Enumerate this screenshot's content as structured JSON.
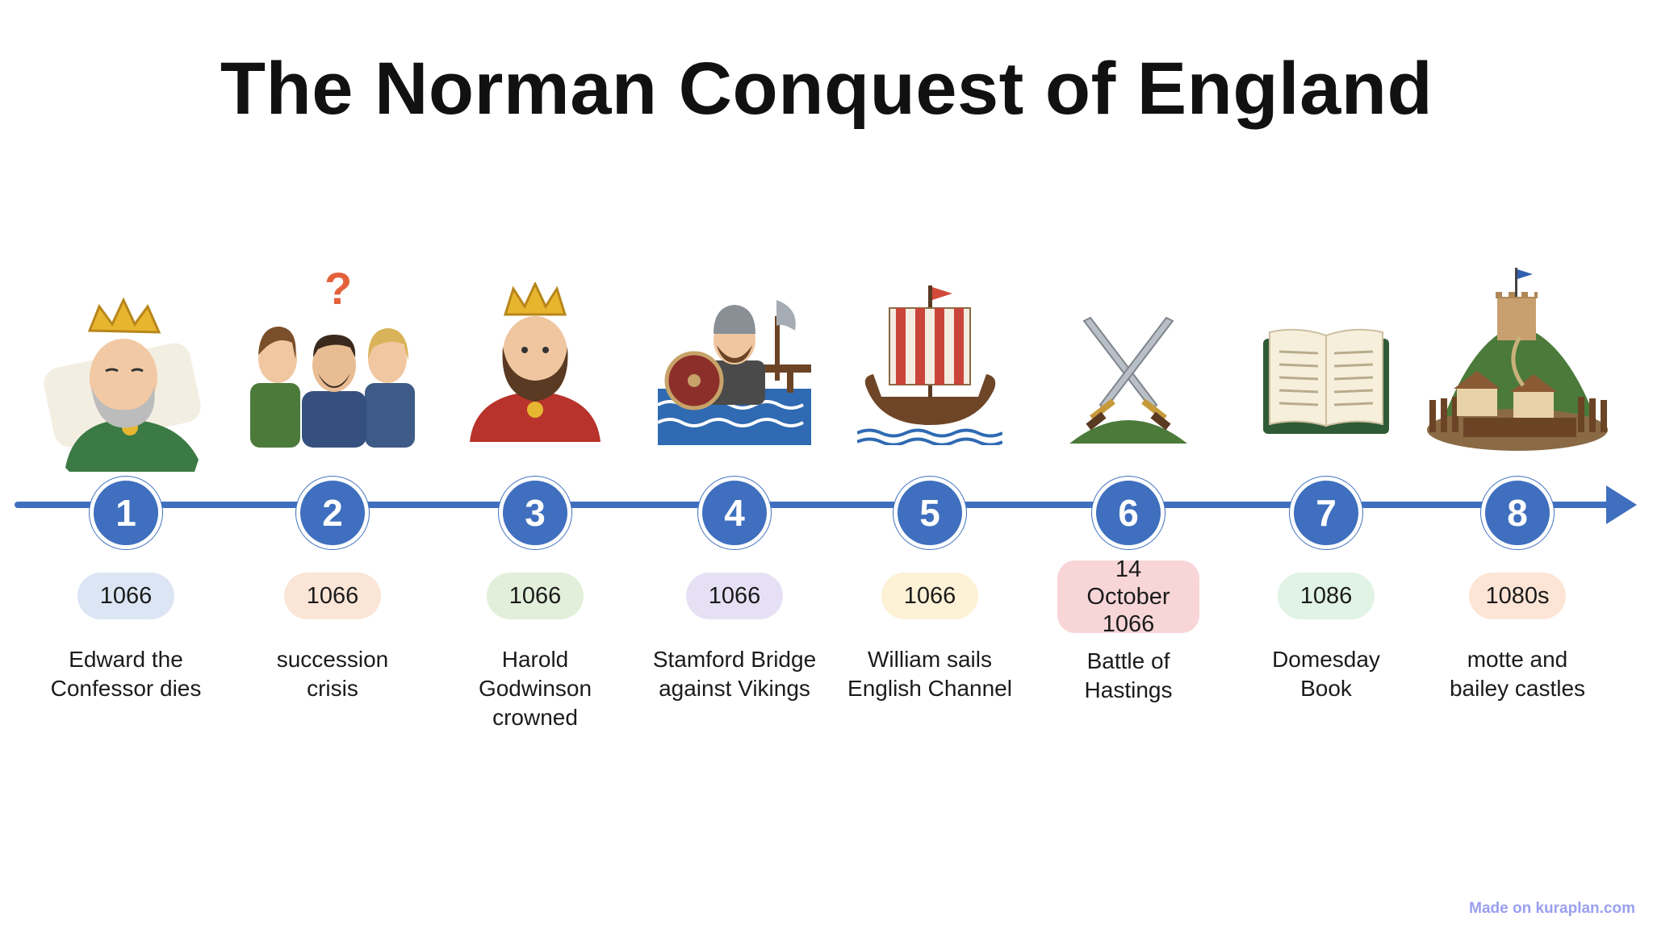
{
  "title": "The Norman Conquest of England",
  "colors": {
    "line": "#3f6fbe",
    "badge": "#3f6fbe",
    "pills": [
      "#dbe5f4",
      "#fbe5d6",
      "#e2efdb",
      "#e6e0f5",
      "#fdf1d6",
      "#f8d6d8",
      "#e0f3e4",
      "#fde5d6"
    ]
  },
  "events": [
    {
      "number": "1",
      "date": "1066",
      "label_line1": "Edward the",
      "label_line2": "Confessor dies",
      "icon": "dying-king-icon"
    },
    {
      "number": "2",
      "date": "1066",
      "label_line1": "succession",
      "label_line2": "crisis",
      "icon": "question-people-icon"
    },
    {
      "number": "3",
      "date": "1066",
      "label_line1": "Harold",
      "label_line2": "Godwinson crowned",
      "icon": "crowned-king-icon"
    },
    {
      "number": "4",
      "date": "1066",
      "label_line1": "Stamford Bridge",
      "label_line2": "against Vikings",
      "icon": "viking-warrior-icon"
    },
    {
      "number": "5",
      "date": "1066",
      "label_line1": "William sails",
      "label_line2": "English Channel",
      "icon": "longship-icon"
    },
    {
      "number": "6",
      "date_line1": "14 October",
      "date_line2": "1066",
      "label_line1": "Battle of",
      "label_line2": "Hastings",
      "icon": "crossed-swords-icon"
    },
    {
      "number": "7",
      "date": "1086",
      "label_line1": "Domesday",
      "label_line2": "Book",
      "icon": "open-book-icon"
    },
    {
      "number": "8",
      "date": "1080s",
      "label_line1": "motte and",
      "label_line2": "bailey castles",
      "icon": "motte-bailey-castle-icon"
    }
  ],
  "footer": "Made on kuraplan.com"
}
